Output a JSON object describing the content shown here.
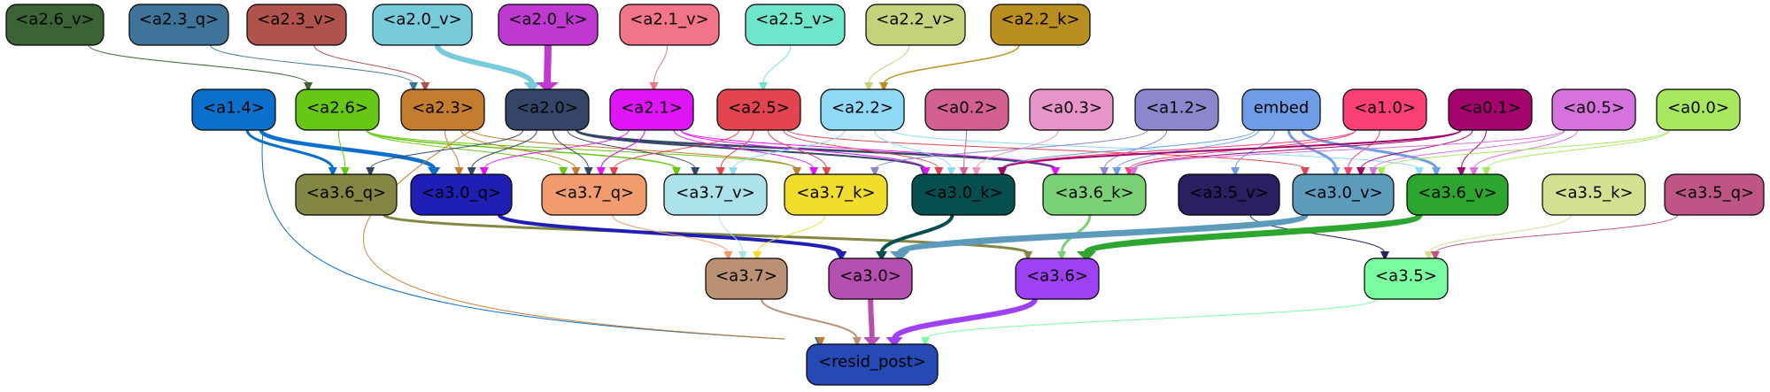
{
  "nodes": [
    {
      "id": "a2.6_v",
      "label": "<a2.6_v>",
      "fill": "#3b6336"
    },
    {
      "id": "a2.3_q",
      "label": "<a2.3_q>",
      "fill": "#3e7499"
    },
    {
      "id": "a2.3_v",
      "label": "<a2.3_v>",
      "fill": "#b0534d"
    },
    {
      "id": "a2.0_v",
      "label": "<a2.0_v>",
      "fill": "#78cbdb"
    },
    {
      "id": "a2.0_k",
      "label": "<a2.0_k>",
      "fill": "#bf39d1"
    },
    {
      "id": "a2.1_v",
      "label": "<a2.1_v>",
      "fill": "#f27489"
    },
    {
      "id": "a2.5_v",
      "label": "<a2.5_v>",
      "fill": "#6fe6cb"
    },
    {
      "id": "a2.2_v",
      "label": "<a2.2_v>",
      "fill": "#c6d17c"
    },
    {
      "id": "a2.2_k",
      "label": "<a2.2_k>",
      "fill": "#b98f21"
    },
    {
      "id": "a1.4",
      "label": "<a1.4>",
      "fill": "#0b6fcb"
    },
    {
      "id": "a2.6",
      "label": "<a2.6>",
      "fill": "#66c714"
    },
    {
      "id": "a2.3",
      "label": "<a2.3>",
      "fill": "#c47c2f"
    },
    {
      "id": "a2.0",
      "label": "<a2.0>",
      "fill": "#354568"
    },
    {
      "id": "a2.1",
      "label": "<a2.1>",
      "fill": "#e015f7"
    },
    {
      "id": "a2.5",
      "label": "<a2.5>",
      "fill": "#e24550"
    },
    {
      "id": "a2.2",
      "label": "<a2.2>",
      "fill": "#8edaf6"
    },
    {
      "id": "a0.2",
      "label": "<a0.2>",
      "fill": "#d35f93"
    },
    {
      "id": "a0.3",
      "label": "<a0.3>",
      "fill": "#e794c8"
    },
    {
      "id": "a1.2",
      "label": "<a1.2>",
      "fill": "#8c87cd"
    },
    {
      "id": "embed",
      "label": "embed",
      "fill": "#6e9de6"
    },
    {
      "id": "a1.0",
      "label": "<a1.0>",
      "fill": "#fc3f74"
    },
    {
      "id": "a0.1",
      "label": "<a0.1>",
      "fill": "#a4036e"
    },
    {
      "id": "a0.5",
      "label": "<a0.5>",
      "fill": "#d772dc"
    },
    {
      "id": "a0.0",
      "label": "<a0.0>",
      "fill": "#a6e75d"
    },
    {
      "id": "a3.6_q",
      "label": "<a3.6_q>",
      "fill": "#848743"
    },
    {
      "id": "a3.0_q",
      "label": "<a3.0_q>",
      "fill": "#1f1fb5"
    },
    {
      "id": "a3.7_q",
      "label": "<a3.7_q>",
      "fill": "#f29b6c"
    },
    {
      "id": "a3.7_v",
      "label": "<a3.7_v>",
      "fill": "#ace2ea"
    },
    {
      "id": "a3.7_k",
      "label": "<a3.7_k>",
      "fill": "#f0dd2c"
    },
    {
      "id": "a3.0_k",
      "label": "<a3.0_k>",
      "fill": "#074e4e"
    },
    {
      "id": "a3.6_k",
      "label": "<a3.6_k>",
      "fill": "#7bd176"
    },
    {
      "id": "a3.5_v",
      "label": "<a3.5_v>",
      "fill": "#291f61"
    },
    {
      "id": "a3.0_v",
      "label": "<a3.0_v>",
      "fill": "#5c9bbb"
    },
    {
      "id": "a3.6_v",
      "label": "<a3.6_v>",
      "fill": "#2da630"
    },
    {
      "id": "a3.5_k",
      "label": "<a3.5_k>",
      "fill": "#d2e08f"
    },
    {
      "id": "a3.5_q",
      "label": "<a3.5_q>",
      "fill": "#bf5586"
    },
    {
      "id": "a3.7",
      "label": "<a3.7>",
      "fill": "#bb9174"
    },
    {
      "id": "a3.0",
      "label": "<a3.0>",
      "fill": "#b650b0"
    },
    {
      "id": "a3.6",
      "label": "<a3.6>",
      "fill": "#9e41f3"
    },
    {
      "id": "a3.5",
      "label": "<a3.5>",
      "fill": "#7afda1"
    },
    {
      "id": "resid_post",
      "label": "<resid_post>",
      "fill": "#264ab5"
    }
  ],
  "edges": [
    {
      "from": "a2.6_v",
      "to": "a2.6",
      "color": "#3b6336",
      "width": 1
    },
    {
      "from": "a2.3_q",
      "to": "a2.3",
      "color": "#3e7499",
      "width": 1
    },
    {
      "from": "a2.3_v",
      "to": "a2.3",
      "color": "#b0534d",
      "width": 1
    },
    {
      "from": "a2.0_v",
      "to": "a2.0",
      "color": "#78cbdb",
      "width": 6
    },
    {
      "from": "a2.0_k",
      "to": "a2.0",
      "color": "#bf39d1",
      "width": 8
    },
    {
      "from": "a2.1_v",
      "to": "a2.1",
      "color": "#f27489",
      "width": 1
    },
    {
      "from": "a2.5_v",
      "to": "a2.5",
      "color": "#6fe6cb",
      "width": 1
    },
    {
      "from": "a2.2_v",
      "to": "a2.2",
      "color": "#c6d17c",
      "width": 1
    },
    {
      "from": "a2.2_k",
      "to": "a2.2",
      "color": "#b98f21",
      "width": 1.5
    },
    {
      "from": "a1.4",
      "to": "a3.6_q",
      "color": "#0b6fcb",
      "width": 3
    },
    {
      "from": "a1.4",
      "to": "a3.0_q",
      "color": "#0b6fcb",
      "width": 4.5
    },
    {
      "from": "a1.4",
      "to": "resid_post",
      "color": "#0b6fcb",
      "width": 1
    },
    {
      "from": "a2.6",
      "to": "a3.6_q",
      "color": "#66c714",
      "width": 1
    },
    {
      "from": "a2.6",
      "to": "a3.7_q",
      "color": "#66c714",
      "width": 1
    },
    {
      "from": "a2.6",
      "to": "a3.7_v",
      "color": "#66c714",
      "width": 1.5
    },
    {
      "from": "a2.6",
      "to": "a3.7_k",
      "color": "#66c714",
      "width": 1
    },
    {
      "from": "a2.3",
      "to": "a3.0_q",
      "color": "#c47c2f",
      "width": 1
    },
    {
      "from": "a2.3",
      "to": "a3.7_q",
      "color": "#c47c2f",
      "width": 1
    },
    {
      "from": "a2.3",
      "to": "a3.7_k",
      "color": "#c47c2f",
      "width": 1
    },
    {
      "from": "a2.3",
      "to": "resid_post",
      "color": "#c47c2f",
      "width": 1
    },
    {
      "from": "a2.0",
      "to": "a3.6_q",
      "color": "#354568",
      "width": 1
    },
    {
      "from": "a2.0",
      "to": "a3.0_q",
      "color": "#354568",
      "width": 1
    },
    {
      "from": "a2.0",
      "to": "a3.7_q",
      "color": "#354568",
      "width": 1
    },
    {
      "from": "a2.0",
      "to": "a3.7_v",
      "color": "#354568",
      "width": 1
    },
    {
      "from": "a2.0",
      "to": "a3.0_k",
      "color": "#354568",
      "width": 2
    },
    {
      "from": "a2.0",
      "to": "a3.6_k",
      "color": "#354568",
      "width": 2.5
    },
    {
      "from": "a2.1",
      "to": "a3.0_q",
      "color": "#e015f7",
      "width": 1
    },
    {
      "from": "a2.1",
      "to": "a3.7_q",
      "color": "#e015f7",
      "width": 1
    },
    {
      "from": "a2.1",
      "to": "a3.7_k",
      "color": "#e015f7",
      "width": 1
    },
    {
      "from": "a2.1",
      "to": "a3.0_k",
      "color": "#e015f7",
      "width": 1
    },
    {
      "from": "a2.1",
      "to": "a3.6_k",
      "color": "#e015f7",
      "width": 1
    },
    {
      "from": "a2.5",
      "to": "a3.7_q",
      "color": "#e24550",
      "width": 1
    },
    {
      "from": "a2.5",
      "to": "a3.7_v",
      "color": "#e24550",
      "width": 1
    },
    {
      "from": "a2.5",
      "to": "a3.7_k",
      "color": "#e24550",
      "width": 1
    },
    {
      "from": "a2.5",
      "to": "a3.0_k",
      "color": "#e24550",
      "width": 1
    },
    {
      "from": "a2.5",
      "to": "a3.0_v",
      "color": "#e24550",
      "width": 1
    },
    {
      "from": "a2.2",
      "to": "a3.7_v",
      "color": "#8edaf6",
      "width": 1
    },
    {
      "from": "a2.2",
      "to": "a3.0_k",
      "color": "#8edaf6",
      "width": 1
    },
    {
      "from": "a2.2",
      "to": "a3.6_v",
      "color": "#8edaf6",
      "width": 1
    },
    {
      "from": "a0.2",
      "to": "a3.0_k",
      "color": "#d35f93",
      "width": 1
    },
    {
      "from": "a0.3",
      "to": "a3.0_k",
      "color": "#e794c8",
      "width": 1
    },
    {
      "from": "a1.2",
      "to": "a3.7_k",
      "color": "#8c87cd",
      "width": 1
    },
    {
      "from": "a1.2",
      "to": "a3.6_k",
      "color": "#8c87cd",
      "width": 1
    },
    {
      "from": "embed",
      "to": "a3.0_k",
      "color": "#6e9de6",
      "width": 1
    },
    {
      "from": "embed",
      "to": "a3.6_k",
      "color": "#6e9de6",
      "width": 1
    },
    {
      "from": "embed",
      "to": "a3.5_v",
      "color": "#6e9de6",
      "width": 1
    },
    {
      "from": "embed",
      "to": "a3.0_v",
      "color": "#6e9de6",
      "width": 3
    },
    {
      "from": "embed",
      "to": "a3.6_v",
      "color": "#6e9de6",
      "width": 3
    },
    {
      "from": "a1.0",
      "to": "a3.0_k",
      "color": "#fc3f74",
      "width": 1
    },
    {
      "from": "a1.0",
      "to": "a3.6_k",
      "color": "#fc3f74",
      "width": 1
    },
    {
      "from": "a1.0",
      "to": "a3.0_v",
      "color": "#fc3f74",
      "width": 1
    },
    {
      "from": "a0.1",
      "to": "a3.0_k",
      "color": "#a4036e",
      "width": 2
    },
    {
      "from": "a0.1",
      "to": "a3.6_k",
      "color": "#a4036e",
      "width": 1
    },
    {
      "from": "a0.1",
      "to": "a3.0_v",
      "color": "#a4036e",
      "width": 1
    },
    {
      "from": "a0.1",
      "to": "a3.6_v",
      "color": "#a4036e",
      "width": 1
    },
    {
      "from": "a0.5",
      "to": "a3.6_k",
      "color": "#d772dc",
      "width": 1
    },
    {
      "from": "a0.5",
      "to": "a3.0_v",
      "color": "#d772dc",
      "width": 1
    },
    {
      "from": "a0.5",
      "to": "a3.6_v",
      "color": "#d772dc",
      "width": 1
    },
    {
      "from": "a0.0",
      "to": "a3.0_v",
      "color": "#a6e75d",
      "width": 1
    },
    {
      "from": "a0.0",
      "to": "a3.6_v",
      "color": "#a6e75d",
      "width": 1
    },
    {
      "from": "a3.6_q",
      "to": "a3.6",
      "color": "#848743",
      "width": 3
    },
    {
      "from": "a3.0_q",
      "to": "a3.0",
      "color": "#1f1fb5",
      "width": 4
    },
    {
      "from": "a3.7_q",
      "to": "a3.7",
      "color": "#f29b6c",
      "width": 1
    },
    {
      "from": "a3.7_v",
      "to": "a3.7",
      "color": "#ace2ea",
      "width": 1
    },
    {
      "from": "a3.7_k",
      "to": "a3.7",
      "color": "#f0dd2c",
      "width": 1
    },
    {
      "from": "a3.0_k",
      "to": "a3.0",
      "color": "#074e4e",
      "width": 4
    },
    {
      "from": "a3.6_k",
      "to": "a3.6",
      "color": "#7bd176",
      "width": 3
    },
    {
      "from": "a3.5_v",
      "to": "a3.5",
      "color": "#291f61",
      "width": 1
    },
    {
      "from": "a3.0_v",
      "to": "a3.0",
      "color": "#5c9bbb",
      "width": 7
    },
    {
      "from": "a3.6_v",
      "to": "a3.6",
      "color": "#2da630",
      "width": 7
    },
    {
      "from": "a3.5_k",
      "to": "a3.5",
      "color": "#d2e08f",
      "width": 1
    },
    {
      "from": "a3.5_q",
      "to": "a3.5",
      "color": "#bf5586",
      "width": 1
    },
    {
      "from": "a3.7",
      "to": "resid_post",
      "color": "#bb9174",
      "width": 2
    },
    {
      "from": "a3.0",
      "to": "resid_post",
      "color": "#b650b0",
      "width": 6
    },
    {
      "from": "a3.6",
      "to": "resid_post",
      "color": "#9e41f3",
      "width": 6
    },
    {
      "from": "a3.5",
      "to": "resid_post",
      "color": "#7afda1",
      "width": 1
    }
  ]
}
